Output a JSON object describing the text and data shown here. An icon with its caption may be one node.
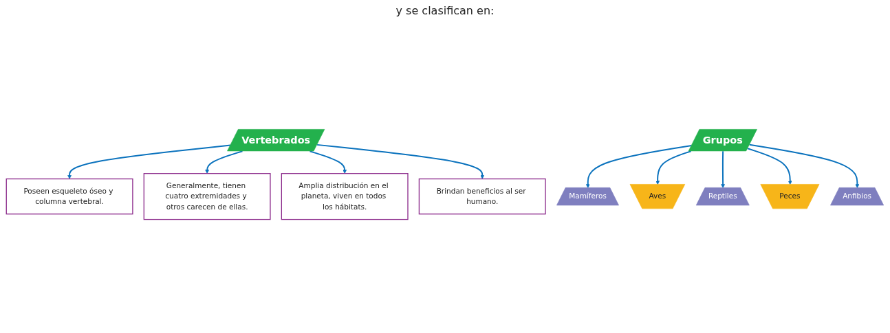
{
  "diagram": {
    "nodes": [
      {
        "text": [
          "Vertebrados"
        ]
      },
      {
        "text": [
          "Poseen esqueleto óseo y columna vertebral."
        ]
      },
      {
        "text": [
          "Generalmente, tienen cuatro extremidades y otros carecen de ellas."
        ]
      },
      {
        "text": [
          "Amplia distribución en el planeta, viven en todos los hábitats."
        ]
      },
      {
        "text": [
          "Brindan beneficios al ser humano."
        ]
      },
      {
        "text": [
          "Grupos"
        ]
      },
      {
        "text": [
          "Mamíferos"
        ]
      },
      {
        "text": [
          "Aves"
        ]
      },
      {
        "text": [
          "Reptiles"
        ]
      },
      {
        "text": [
          "Peces"
        ]
      },
      {
        "text": [
          "Anfibios"
        ]
      }
    ],
    "edges": [
      {
        "from": 0,
        "to": 1,
        "arrow": "to"
      },
      {
        "from": 0,
        "to": 2,
        "arrow": "to"
      },
      {
        "from": 0,
        "to": 3,
        "arrow": "to"
      },
      {
        "from": 0,
        "to": 4,
        "arrow": "to"
      },
      {
        "from": 5,
        "to": 6,
        "arrow": "to"
      },
      {
        "from": 5,
        "to": 7,
        "arrow": "to"
      },
      {
        "from": 5,
        "to": 8,
        "arrow": "to"
      },
      {
        "from": 5,
        "to": 9,
        "arrow": "to"
      },
      {
        "from": 5,
        "to": 10,
        "arrow": "to"
      }
    ],
    "labels": [
      "y se clasifican en:"
    ]
  }
}
